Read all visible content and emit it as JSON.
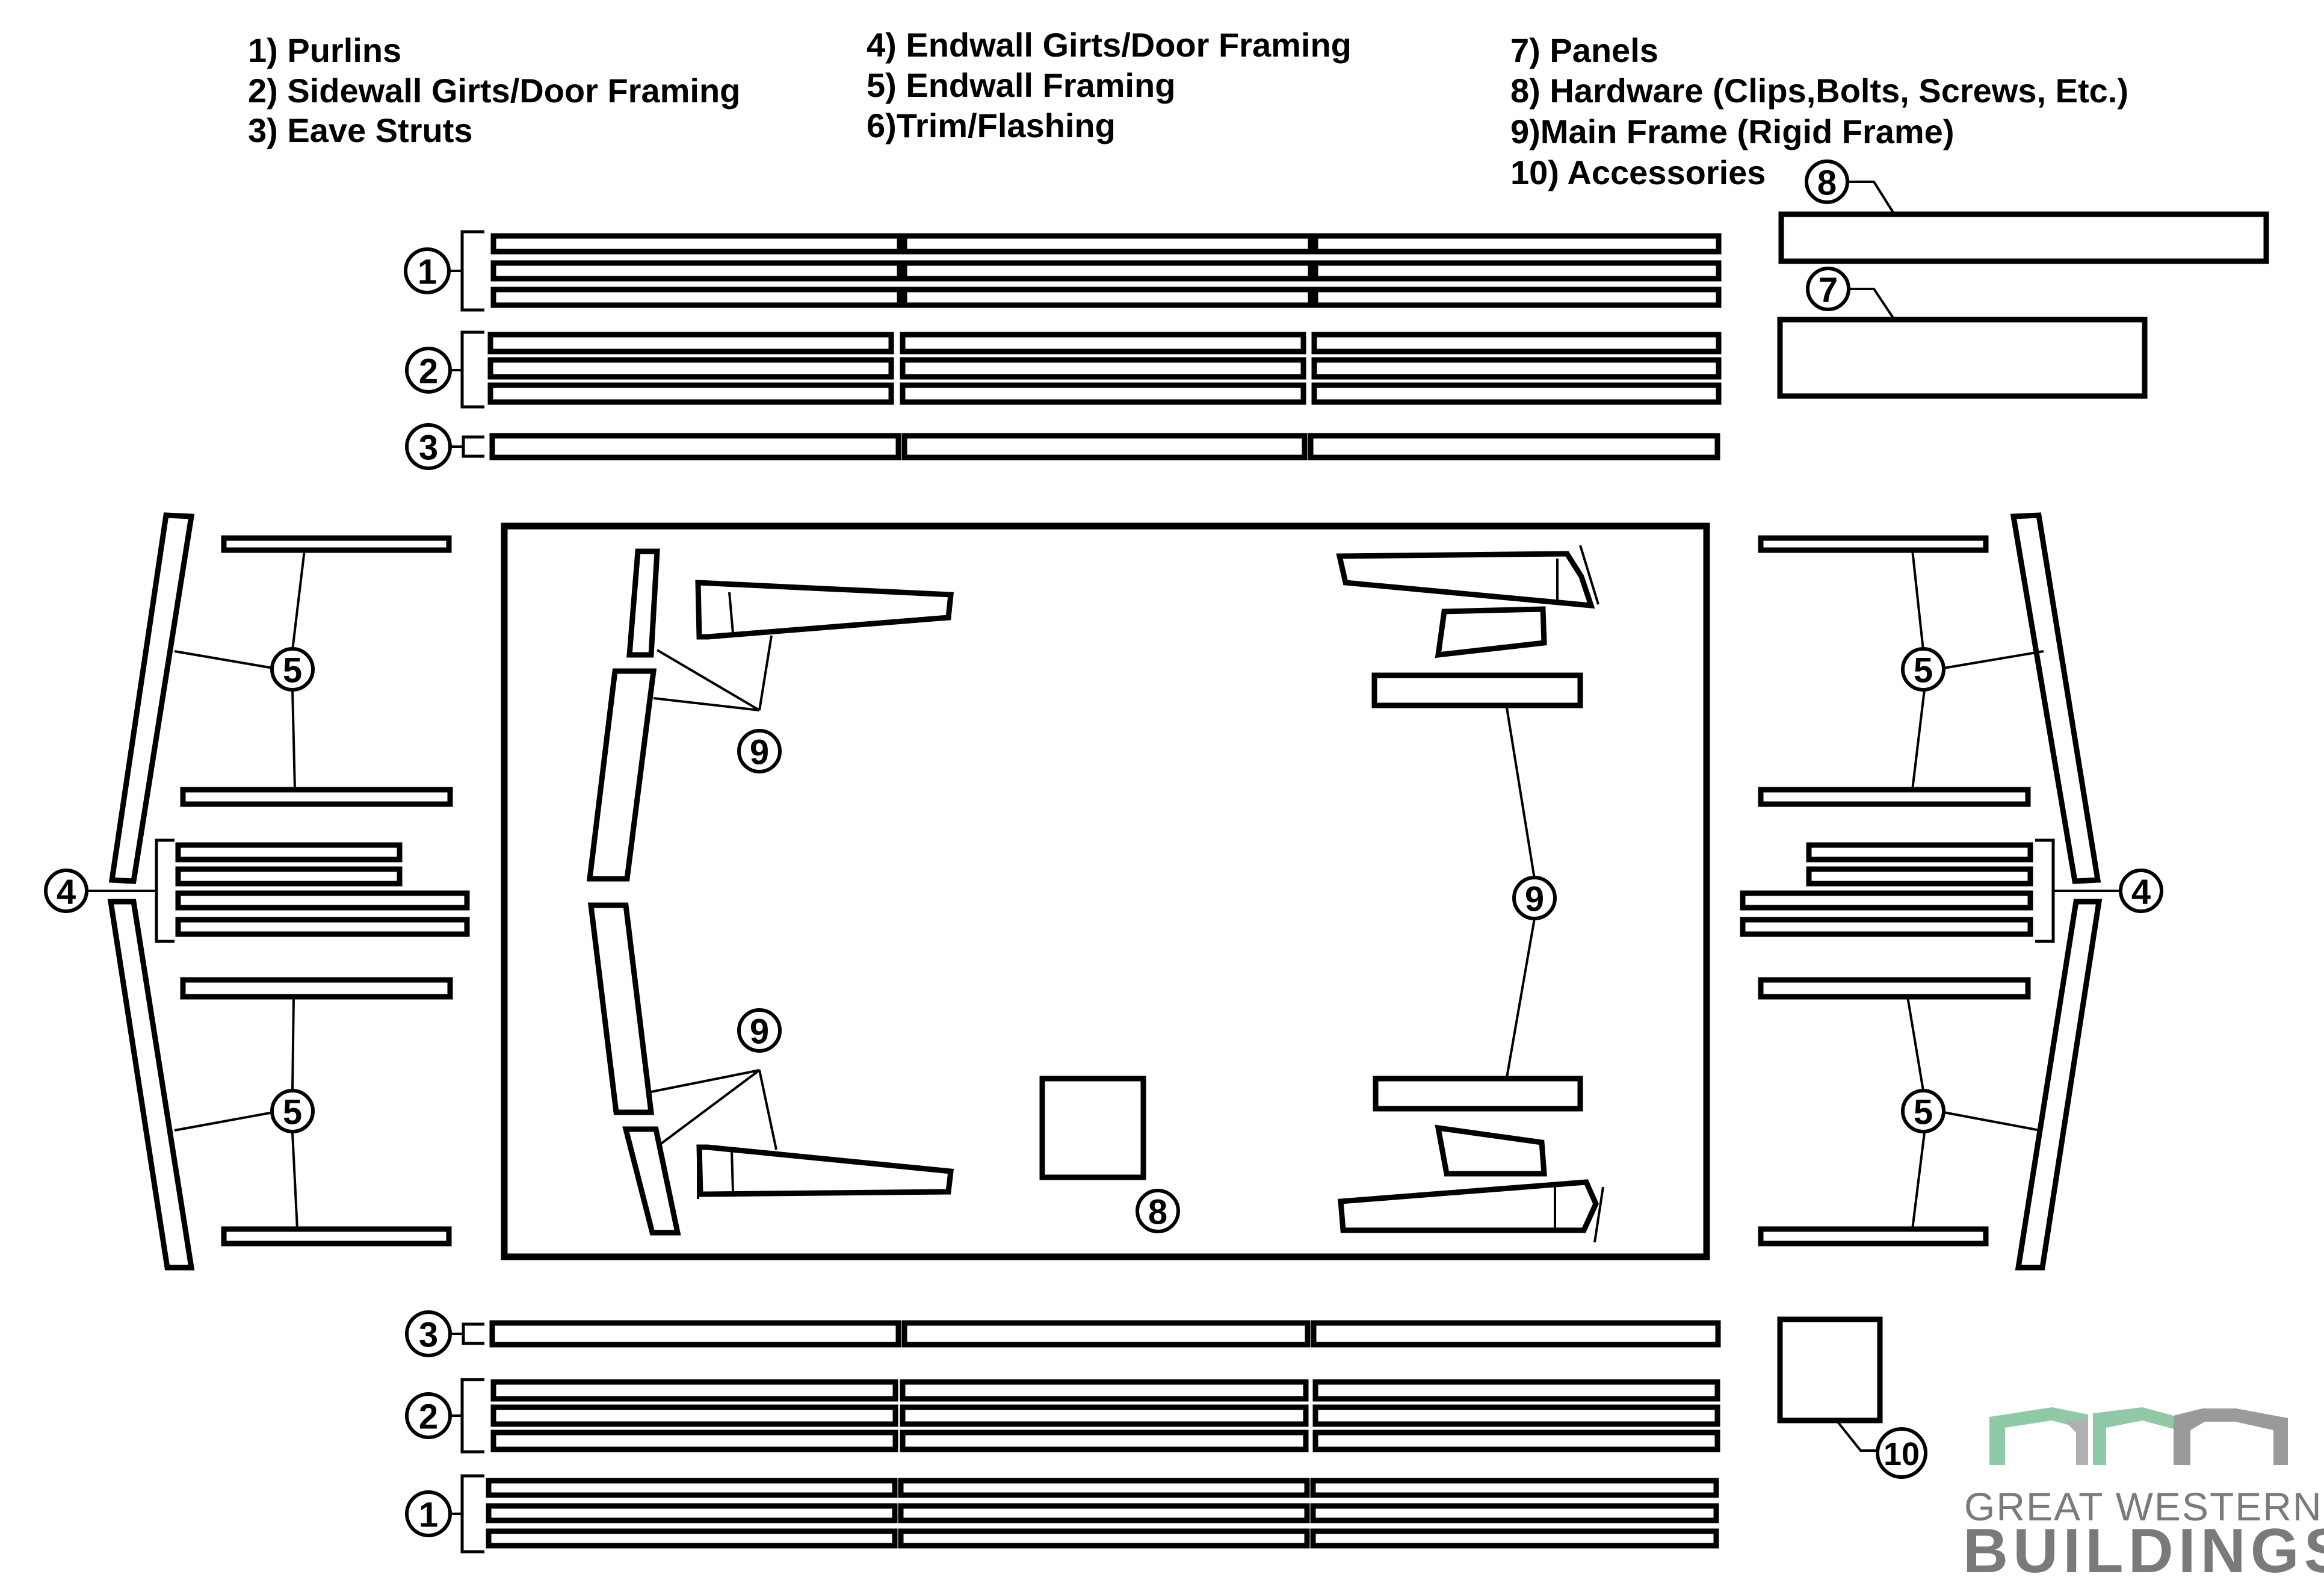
{
  "legend": [
    {
      "text": "1) Purlins"
    },
    {
      "text": "2) Sidewall Girts/Door Framing"
    },
    {
      "text": "3) Eave Struts"
    },
    {
      "text": "4) Endwall Girts/Door Framing"
    },
    {
      "text": "5) Endwall Framing"
    },
    {
      "text": "6)Trim/Flashing"
    },
    {
      "text": "7) Panels"
    },
    {
      "text": "8) Hardware (Clips,Bolts, Screws, Etc.)"
    },
    {
      "text": "9)Main Frame (Rigid Frame)"
    },
    {
      "text": "10) Accessories"
    }
  ],
  "callouts": {
    "purlins": "1",
    "sidewall_girts": "2",
    "eave_struts": "3",
    "endwall_girts": "4",
    "endwall_framing": "5",
    "panels": "7",
    "hardware": "8",
    "main_frame": "9",
    "accessories": "10"
  },
  "logo": {
    "line1": "GREAT WESTERN",
    "line2": "BUILDINGS",
    "accent_color": "#8fc9a5",
    "gray_color": "#7a7a7a"
  }
}
